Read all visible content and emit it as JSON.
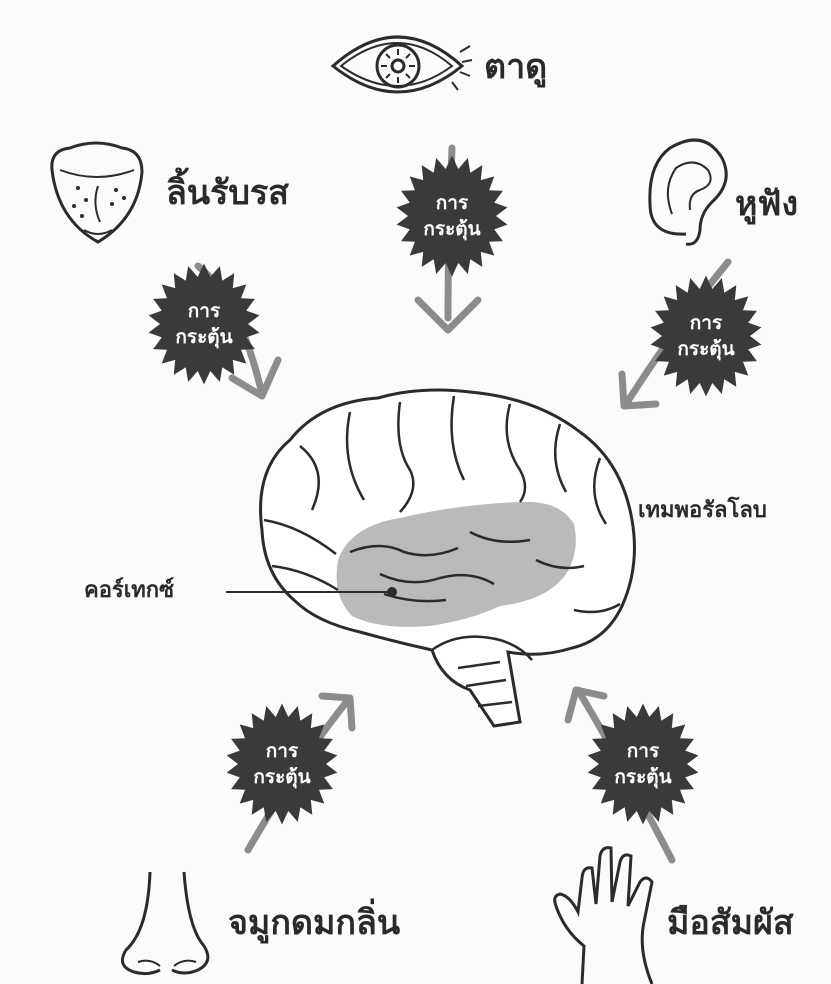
{
  "senses": {
    "eye": "ตาดู",
    "tongue": "ลิ้นรับรส",
    "ear": "หูฟัง",
    "nose": "จมูกดมกลิ่น",
    "hand": "มือสัมผัส"
  },
  "stimulus": {
    "line1": "การ",
    "line2": "กระตุ้น"
  },
  "brain": {
    "temporal_lobe": "เทมพอรัลโลบ",
    "cortex": "คอร์เทกซ์"
  },
  "colors": {
    "burst": "#3a3a3a",
    "arrow": "#8c8c8c",
    "lobe_fill": "#b3b3b3",
    "line": "#2b2b2b"
  }
}
